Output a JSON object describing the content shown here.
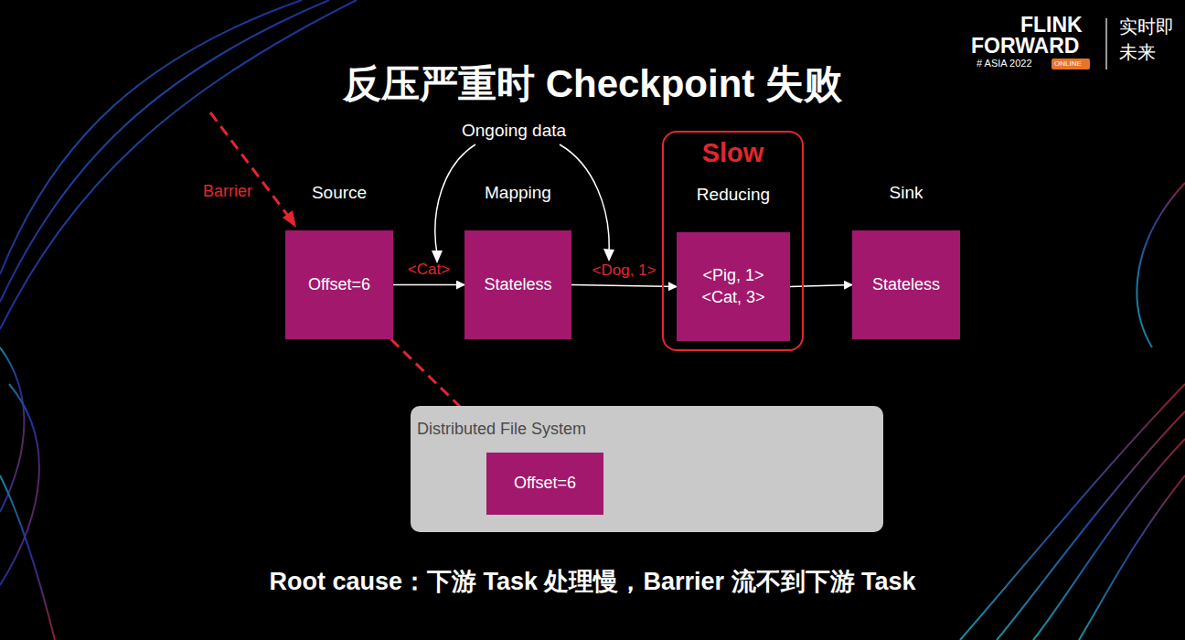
{
  "diagram": {
    "title": "反压严重时 Checkpoint 失败",
    "caption": "Root cause：下游 Task 处理慢，Barrier 流不到下游 Task",
    "nodes": [
      {
        "text": [
          "Source",
          "Offset=6"
        ]
      },
      {
        "text": [
          "Mapping",
          "Stateless"
        ]
      },
      {
        "text": [
          "Slow"
        ]
      },
      {
        "text": [
          "Reducing",
          "<Pig, 1> <Cat, 3>"
        ],
        "in": 2
      },
      {
        "text": [
          "Sink",
          "Stateless"
        ]
      },
      {
        "text": [
          "Distributed File System"
        ]
      },
      {
        "text": [
          "Offset=6"
        ],
        "in": 5
      }
    ],
    "edges": [
      {
        "from": 0,
        "to": 1,
        "label": "<Cat>",
        "arrow": "to"
      },
      {
        "from": 1,
        "to": 3,
        "label": "<Dog, 1>",
        "arrow": "to"
      },
      {
        "from": 3,
        "to": 4,
        "arrow": "to"
      },
      {
        "from": 0,
        "to": 6,
        "arrow": "to"
      }
    ],
    "labels": [
      "Barrier",
      "Ongoing data",
      "FLINK",
      "FORWARD",
      "# ASIA 2022",
      "ONLINE",
      "实时即",
      "未来"
    ]
  }
}
